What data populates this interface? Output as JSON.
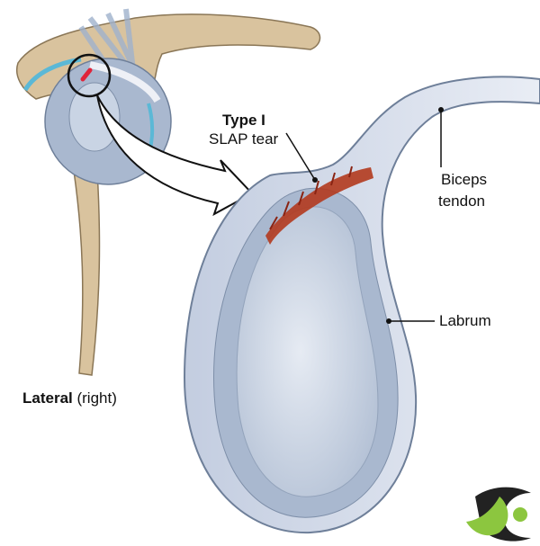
{
  "labels": {
    "type_title": "Type I",
    "type_sub": "SLAP tear",
    "biceps_line1": "Biceps",
    "biceps_line2": "tendon",
    "labrum": "Labrum",
    "view_bold": "Lateral",
    "view_rest": "(right)"
  },
  "colors": {
    "bone": "#d9c39e",
    "glenoid": "#a9b8cf",
    "labrum": "#c9d2e2",
    "tear": "#b23a1e",
    "cartilage": "#5bb8d6",
    "logo_green": "#8cc63f"
  }
}
